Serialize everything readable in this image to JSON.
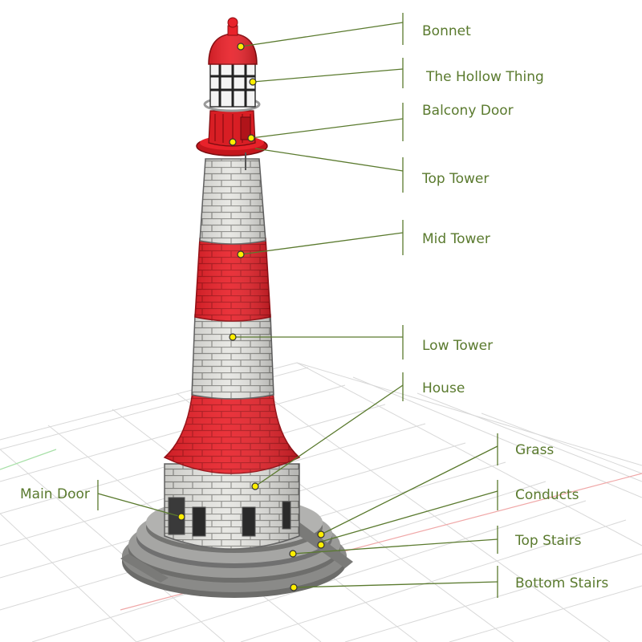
{
  "labels": {
    "bonnet": "Bonnet",
    "hollow_thing": "The Hollow Thing",
    "balcony_door": "Balcony Door",
    "top_tower": "Top Tower",
    "mid_tower": "Mid Tower",
    "low_tower": "Low Tower",
    "house": "House",
    "grass": "Grass",
    "conducts": "Conducts",
    "top_stairs": "Top Stairs",
    "bottom_stairs": "Bottom Stairs",
    "main_door": "Main Door"
  },
  "colors": {
    "label_text": "#5a7a2e",
    "leader_line": "#5a7a2e",
    "red_band": "#e8222a",
    "white_band": "#e6e6e2",
    "brick_line": "#8e8e8a",
    "base_gray": "#8a8a88",
    "marker": "#ffee00",
    "grid": "#d8d8d8"
  }
}
